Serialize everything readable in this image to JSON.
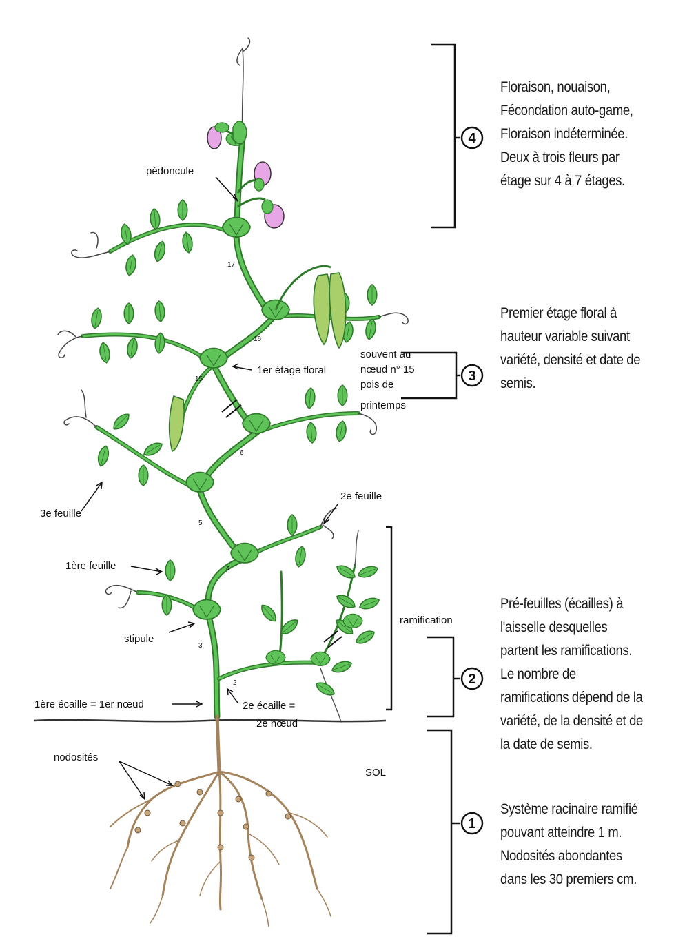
{
  "labels": {
    "pedoncule": "pédoncule",
    "node17": "17",
    "node16": "16",
    "node15": "15",
    "first_floral": "1er étage floral",
    "souvent": [
      "souvent au",
      "nœud n° 15",
      "pois de",
      "printemps"
    ],
    "node6": "6",
    "node5": "5",
    "node4": "4",
    "node3": "3",
    "node2": "2",
    "third_leaf": "3e feuille",
    "second_leaf": "2e feuille",
    "first_leaf": "1ère feuille",
    "stipule": "stipule",
    "ramification": "ramification",
    "first_scale": "1ère écaille = 1er nœud",
    "second_scale": [
      "2e écaille =",
      "2e nœud"
    ],
    "nodosites": "nodosités",
    "sol": "SOL"
  },
  "stages": [
    {
      "number": "4",
      "lines": [
        "Floraison, nouaison,",
        "Fécondation auto-game,",
        "Floraison indéterminée.",
        "Deux à trois fleurs par",
        "étage sur 4 à 7 étages."
      ]
    },
    {
      "number": "3",
      "lines": [
        "Premier étage floral à",
        "hauteur variable suivant",
        "variété, densité et date de",
        "semis."
      ]
    },
    {
      "number": "2",
      "lines": [
        "Pré-feuilles (écailles) à",
        "l'aisselle desquelles",
        "partent les ramifications.",
        "Le nombre de",
        "ramifications dépend de la",
        "variété, de la densité et de",
        "la date de semis."
      ]
    },
    {
      "number": "1",
      "lines": [
        "Système racinaire ramifié",
        "pouvant atteindre 1 m.",
        "Nodosités abondantes",
        "dans les 30 premiers cm."
      ]
    }
  ],
  "colors": {
    "leaf": "#5fc35a",
    "leaf_dark": "#2f7a2a",
    "flower": "#e7a6e6",
    "root": "#a4835c",
    "pod": "#a8cf6a"
  }
}
